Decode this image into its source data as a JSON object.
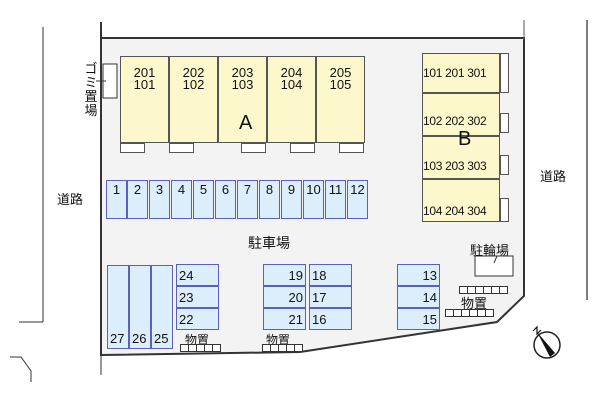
{
  "roads": {
    "left_label": "道路",
    "right_label": "道路"
  },
  "garbage": {
    "label": "ゴミ置場"
  },
  "building_a": {
    "name": "A",
    "units": [
      {
        "upper": "201",
        "lower": "101"
      },
      {
        "upper": "202",
        "lower": "102"
      },
      {
        "upper": "203",
        "lower": "103"
      },
      {
        "upper": "204",
        "lower": "104"
      },
      {
        "upper": "205",
        "lower": "105"
      }
    ]
  },
  "building_b": {
    "name": "B",
    "rows": [
      {
        "rooms": "101 201 301"
      },
      {
        "rooms": "102 202 302"
      },
      {
        "rooms": "103 203 303"
      },
      {
        "rooms": "104 204 304"
      }
    ]
  },
  "parking": {
    "label": "駐車場",
    "top_row": [
      "1",
      "2",
      "3",
      "4",
      "5",
      "6",
      "7",
      "8",
      "9",
      "10",
      "11",
      "12"
    ],
    "block_left_vertical": [
      "27",
      "26",
      "25"
    ],
    "block_22_24": [
      "24",
      "23",
      "22"
    ],
    "block_19_21": [
      "19",
      "20",
      "21"
    ],
    "block_16_18": [
      "18",
      "17",
      "16"
    ],
    "block_13_15": [
      "13",
      "14",
      "15"
    ]
  },
  "bicycle_parking": {
    "label": "駐輪場"
  },
  "storage": {
    "label": "物置"
  },
  "compass": {
    "label": "N"
  },
  "colors": {
    "building_fill": "#fdf8cc",
    "parking_fill": "#dceefc",
    "parking_border": "#5a5fc0",
    "site_fill": "#f3f3f3"
  }
}
